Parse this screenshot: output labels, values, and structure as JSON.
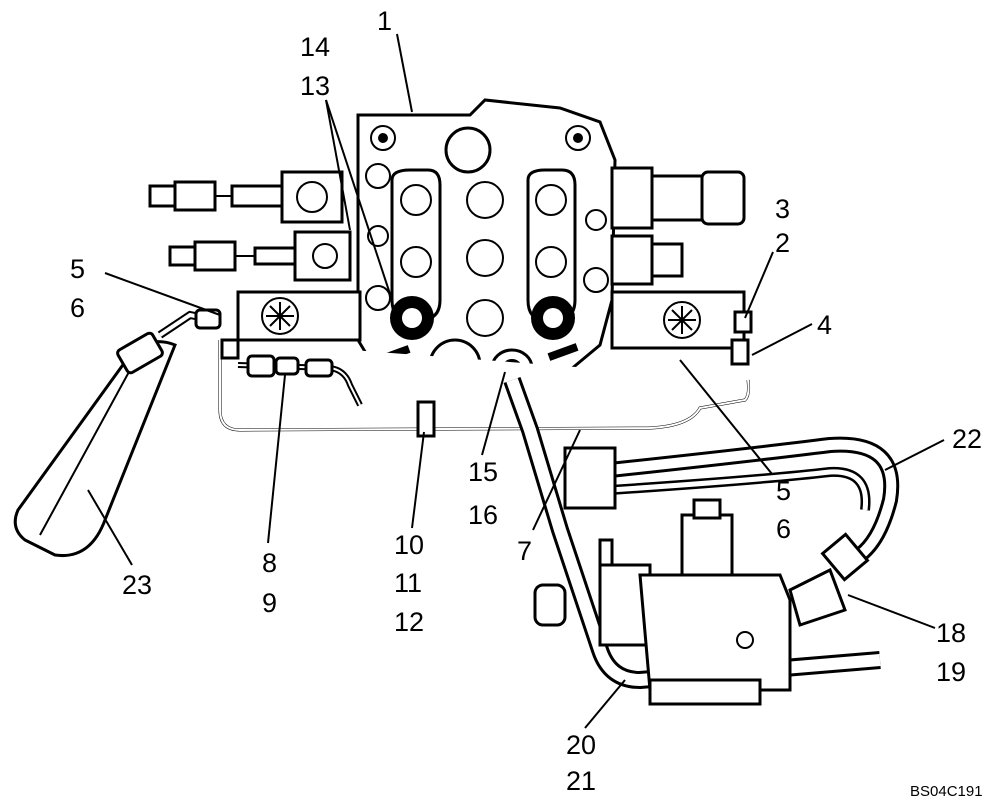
{
  "callouts": {
    "c1": "1",
    "c14": "14",
    "c13": "13",
    "c3": "3",
    "c2": "2",
    "c4": "4",
    "c5_left": "5",
    "c6_left": "6",
    "c22": "22",
    "c5_right": "5",
    "c6_right": "6",
    "c15": "15",
    "c16": "16",
    "c7": "7",
    "c8": "8",
    "c9": "9",
    "c10": "10",
    "c11": "11",
    "c12": "12",
    "c23": "23",
    "c18": "18",
    "c19": "19",
    "c20": "20",
    "c21": "21"
  },
  "figure_code": "BS04C191",
  "icons": {
    "valve": "control-valve-assembly",
    "pedal": "foot-pedal",
    "block": "auxiliary-valve-block"
  }
}
